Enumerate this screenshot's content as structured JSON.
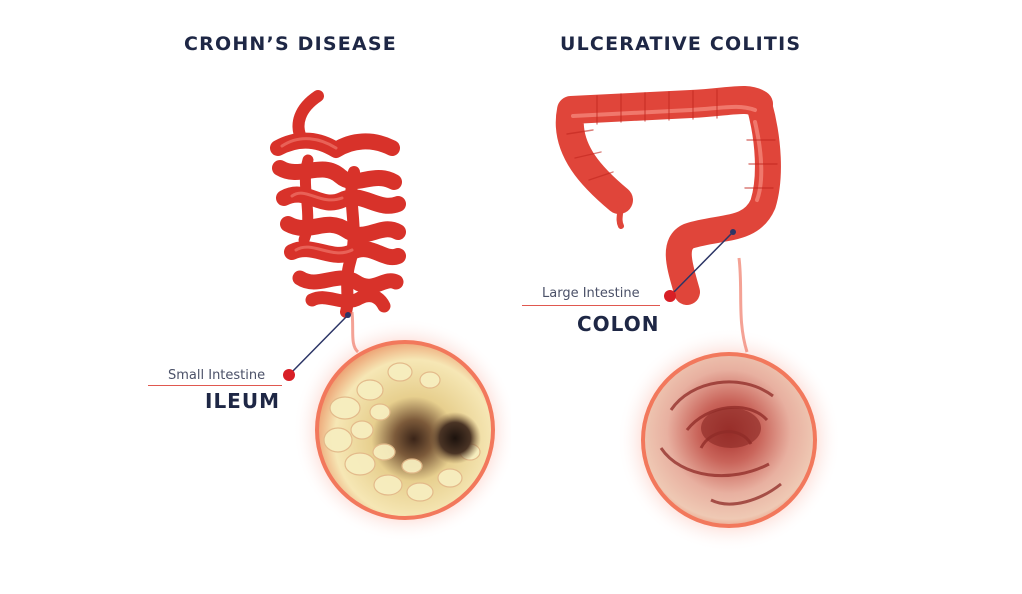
{
  "diseases": [
    {
      "title": "CROHN’S DISEASE",
      "region_label": "Small Intestine",
      "site_label": "ILEUM",
      "organ_icon": "small-intestine-illustration",
      "view_icon": "ileum-endoscopic-view"
    },
    {
      "title": "ULCERATIVE COLITIS",
      "region_label": "Large Intestine",
      "site_label": "COLON",
      "organ_icon": "large-intestine-illustration",
      "view_icon": "colon-endoscopic-view"
    }
  ],
  "colors": {
    "title": "#1e2745",
    "organ": "#d8322a",
    "marker": "#d81f26",
    "leader_line": "#2c3566",
    "underline": "#e0584f"
  }
}
